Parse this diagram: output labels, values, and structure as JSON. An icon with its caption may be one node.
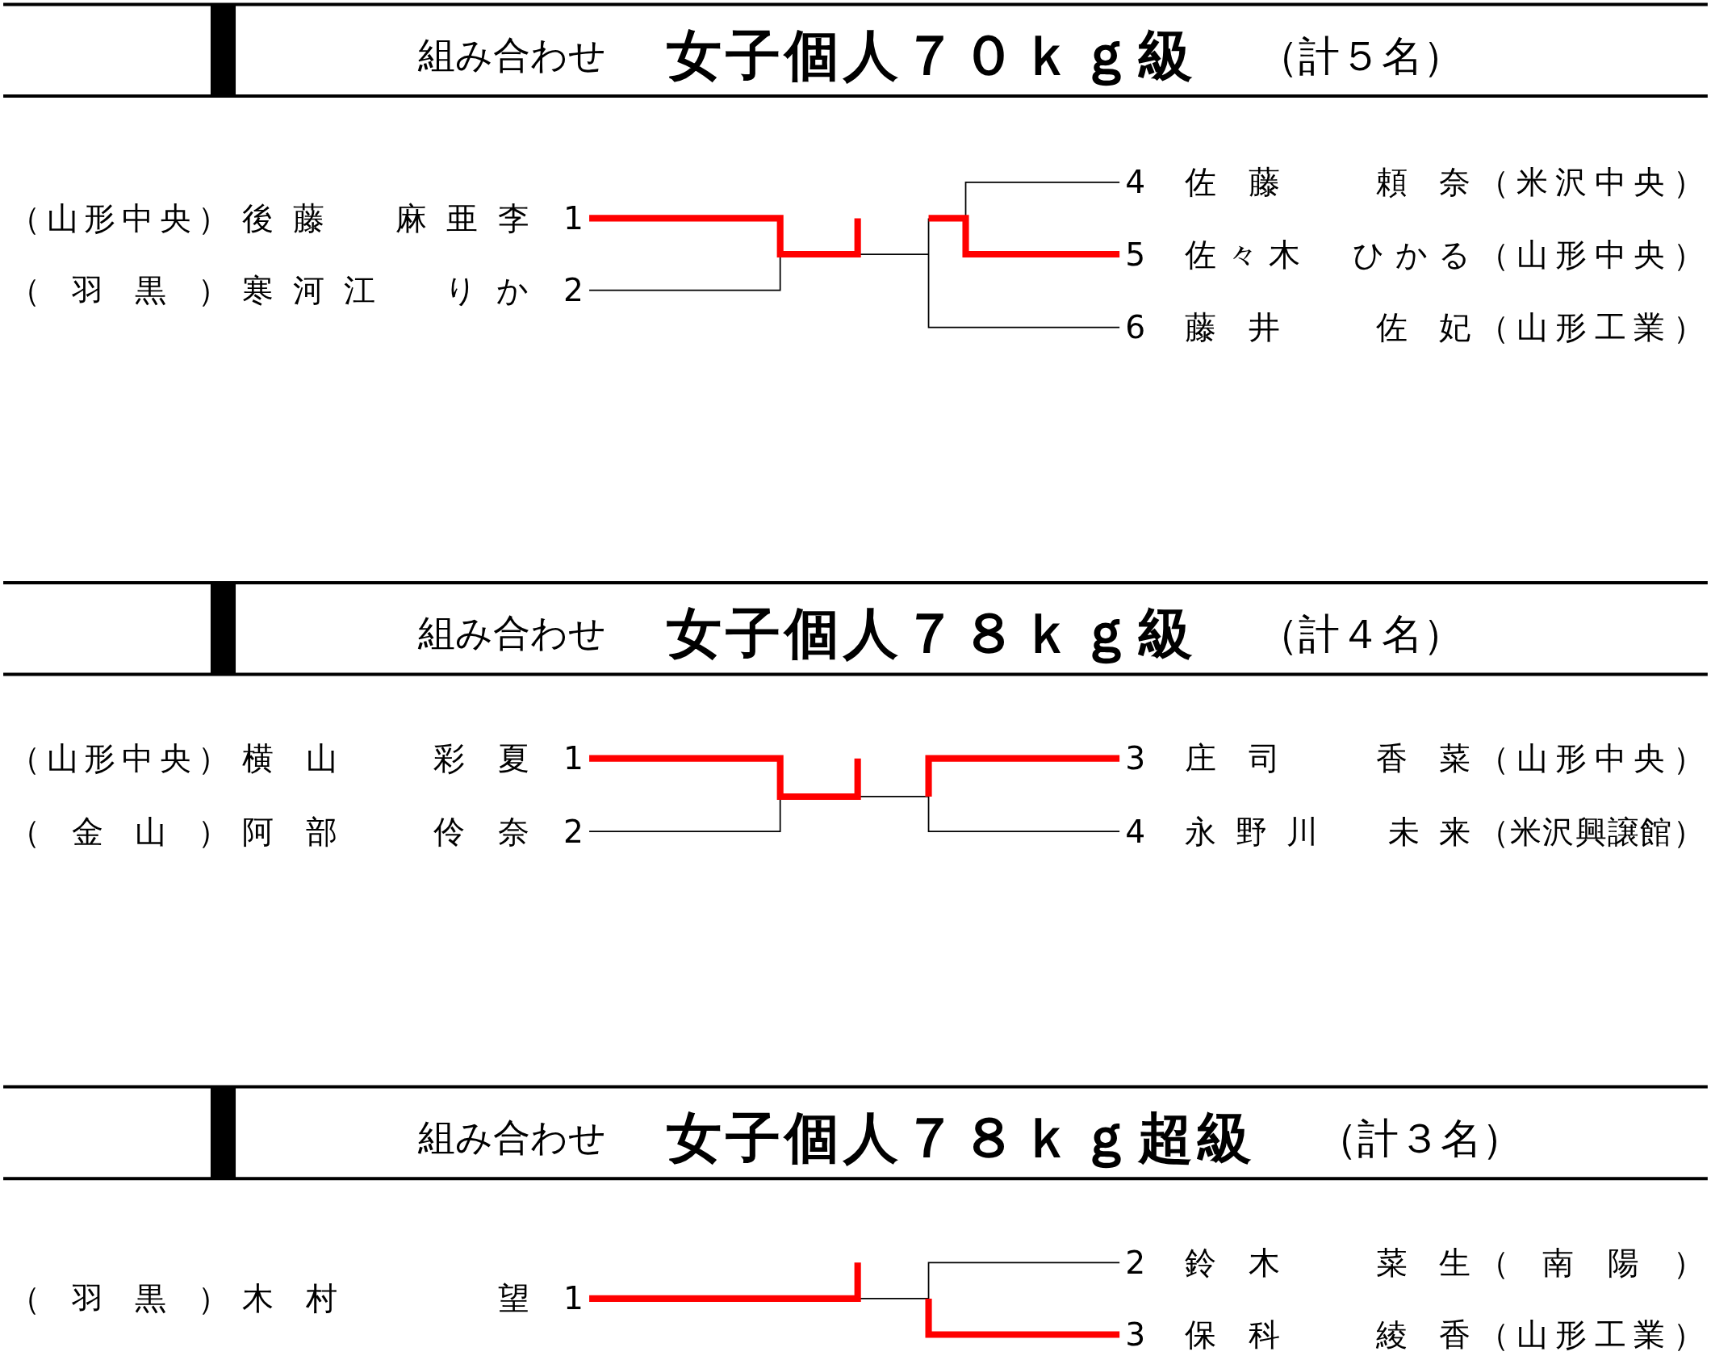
{
  "diagram": {
    "nodes": [
      {
        "text": [
          "（山形中央）",
          "後藤　麻亜李",
          "1"
        ]
      },
      {
        "text": [
          "（羽黒）",
          "寒河江　りか",
          "2"
        ]
      },
      {
        "text": [
          "4",
          "佐藤　頼奈",
          "（米沢中央）"
        ]
      },
      {
        "text": [
          "5",
          "佐々木　ひかる",
          "（山形中央）"
        ]
      },
      {
        "text": [
          "6",
          "藤井　佐妃",
          "（山形工業）"
        ]
      },
      {
        "text": [
          "（山形中央）",
          "横山　彩夏",
          "1"
        ]
      },
      {
        "text": [
          "（金山）",
          "阿部　伶奈",
          "2"
        ]
      },
      {
        "text": [
          "3",
          "庄司　香菜",
          "（山形中央）"
        ]
      },
      {
        "text": [
          "4",
          "永野川　未来",
          "（米沢興譲館）"
        ]
      },
      {
        "text": [
          "（羽黒）",
          "木村　　望",
          "1"
        ]
      },
      {
        "text": [
          "2",
          "鈴木　菜生",
          "（南陽）"
        ]
      },
      {
        "text": [
          "3",
          "保科　綾香",
          "（山形工業）"
        ]
      }
    ],
    "edges": [
      {
        "from": 0,
        "to": null,
        "arrow": "none",
        "style": "thick",
        "color": "#ff0000"
      },
      {
        "from": 1,
        "to": null,
        "arrow": "none",
        "color": "#000000"
      },
      {
        "from": 2,
        "to": null,
        "arrow": "none",
        "color": "#000000"
      },
      {
        "from": 3,
        "to": null,
        "arrow": "none",
        "style": "thick",
        "color": "#ff0000"
      },
      {
        "from": 4,
        "to": null,
        "arrow": "none",
        "color": "#000000"
      },
      {
        "from": 5,
        "to": null,
        "arrow": "none",
        "style": "thick",
        "color": "#ff0000"
      },
      {
        "from": 6,
        "to": null,
        "arrow": "none",
        "color": "#000000"
      },
      {
        "from": 7,
        "to": null,
        "arrow": "none",
        "style": "thick",
        "color": "#ff0000"
      },
      {
        "from": 8,
        "to": null,
        "arrow": "none",
        "color": "#000000"
      },
      {
        "from": 9,
        "to": null,
        "arrow": "none",
        "style": "thick",
        "color": "#ff0000"
      },
      {
        "from": 10,
        "to": null,
        "arrow": "none",
        "color": "#000000"
      },
      {
        "from": 11,
        "to": null,
        "arrow": "none",
        "style": "thick",
        "color": "#ff0000"
      }
    ],
    "labels": [
      "組み合わせ",
      "女子個人７０ｋｇ級",
      "（計５名）",
      "組み合わせ",
      "女子個人７８ｋｇ級",
      "（計４名）",
      "組み合わせ",
      "女子個人７８ｋｇ超級",
      "（計３名）"
    ]
  }
}
